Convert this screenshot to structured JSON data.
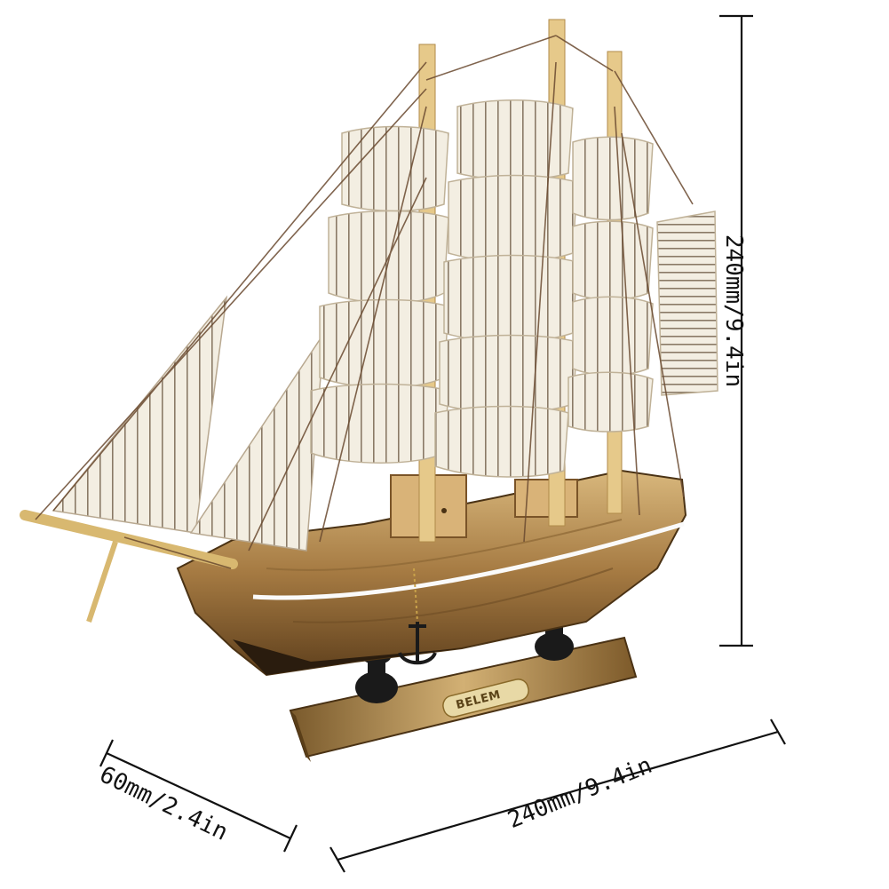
{
  "dimensions": {
    "height": "240mm/9.4in",
    "depth": "60mm/2.4in",
    "length": "240mm/9.4in"
  },
  "plaque": {
    "text": "BELEM"
  },
  "colors": {
    "sail": "#f3eee2",
    "sail_stripe": "#8a7a66",
    "hull_light": "#c9a46a",
    "hull_dark": "#6b4a22",
    "mast": "#e6c98a",
    "rigging": "#6a4a30",
    "stand_black": "#1a1a1a",
    "dimension_line": "#111111"
  }
}
